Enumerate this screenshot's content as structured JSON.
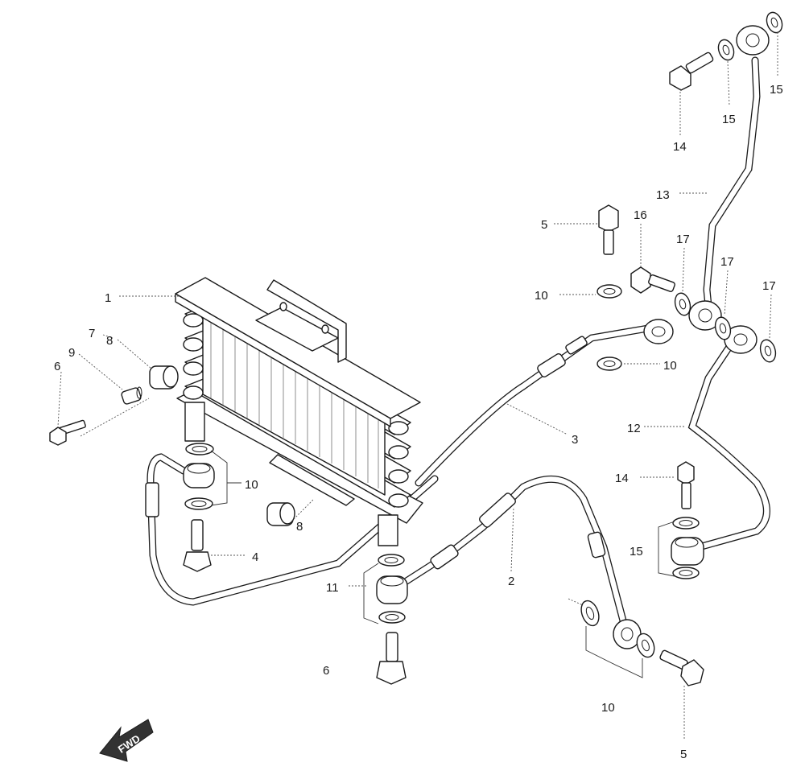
{
  "diagram": {
    "fwd_label": "FWD",
    "callouts": {
      "c1": "1",
      "c2": "2",
      "c3": "3",
      "c4": "4",
      "c5_top": "5",
      "c5_bottom": "5",
      "c6_left": "6",
      "c6_bottom": "6",
      "c7": "7",
      "c8_top": "8",
      "c8_bottom": "8",
      "c9": "9",
      "c10_upper": "10",
      "c10_mid": "10",
      "c10_left": "10",
      "c10_bottom": "10",
      "c11": "11",
      "c12": "12",
      "c13": "13",
      "c14_top": "14",
      "c14_mid": "14",
      "c15_a": "15",
      "c15_b": "15",
      "c15_mid": "15",
      "c16": "16",
      "c17_a": "17",
      "c17_b": "17",
      "c17_c": "17"
    }
  }
}
